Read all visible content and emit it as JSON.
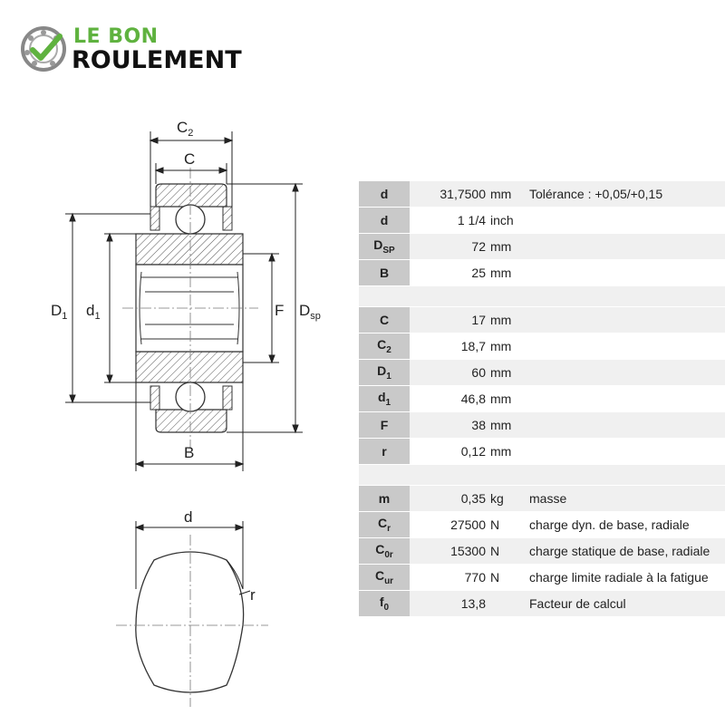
{
  "brand": {
    "line1": "LE BON",
    "line2": "ROULEMENT",
    "accent_color": "#5fb23f",
    "icon": "bearing-check-icon"
  },
  "drawing_labels": {
    "c2": "C",
    "c2_sub": "2",
    "c": "C",
    "d1_outer": "D",
    "d1_outer_sub": "1",
    "d1_inner": "d",
    "d1_inner_sub": "1",
    "f": "F",
    "dsp": "D",
    "dsp_sub": "sp",
    "b": "B",
    "d": "d",
    "r": "r"
  },
  "specs": {
    "group1": [
      {
        "sym": "d",
        "sub": "",
        "value": "31,7500",
        "unit": "mm",
        "desc": "Tolérance : +0,05/+0,15"
      },
      {
        "sym": "d",
        "sub": "",
        "value": "1 1/4",
        "unit": "inch",
        "desc": ""
      },
      {
        "sym": "D",
        "sub": "SP",
        "value": "72",
        "unit": "mm",
        "desc": ""
      },
      {
        "sym": "B",
        "sub": "",
        "value": "25",
        "unit": "mm",
        "desc": ""
      }
    ],
    "group2": [
      {
        "sym": "C",
        "sub": "",
        "value": "17",
        "unit": "mm",
        "desc": ""
      },
      {
        "sym": "C",
        "sub": "2",
        "value": "18,7",
        "unit": "mm",
        "desc": ""
      },
      {
        "sym": "D",
        "sub": "1",
        "value": "60",
        "unit": "mm",
        "desc": ""
      },
      {
        "sym": "d",
        "sub": "1",
        "value": "46,8",
        "unit": "mm",
        "desc": ""
      },
      {
        "sym": "F",
        "sub": "",
        "value": "38",
        "unit": "mm",
        "desc": ""
      },
      {
        "sym": "r",
        "sub": "",
        "value": "0,12",
        "unit": "mm",
        "desc": ""
      }
    ],
    "group3": [
      {
        "sym": "m",
        "sub": "",
        "value": "0,35",
        "unit": "kg",
        "desc": "masse"
      },
      {
        "sym": "C",
        "sub": "r",
        "value": "27500",
        "unit": "N",
        "desc": "charge dyn. de base, radiale"
      },
      {
        "sym": "C",
        "sub": "0r",
        "value": "15300",
        "unit": "N",
        "desc": "charge statique de base, radiale"
      },
      {
        "sym": "C",
        "sub": "ur",
        "value": "770",
        "unit": "N",
        "desc": "charge limite radiale à la fatigue"
      },
      {
        "sym": "f",
        "sub": "0",
        "value": "13,8",
        "unit": "",
        "desc": "Facteur de calcul"
      }
    ]
  }
}
